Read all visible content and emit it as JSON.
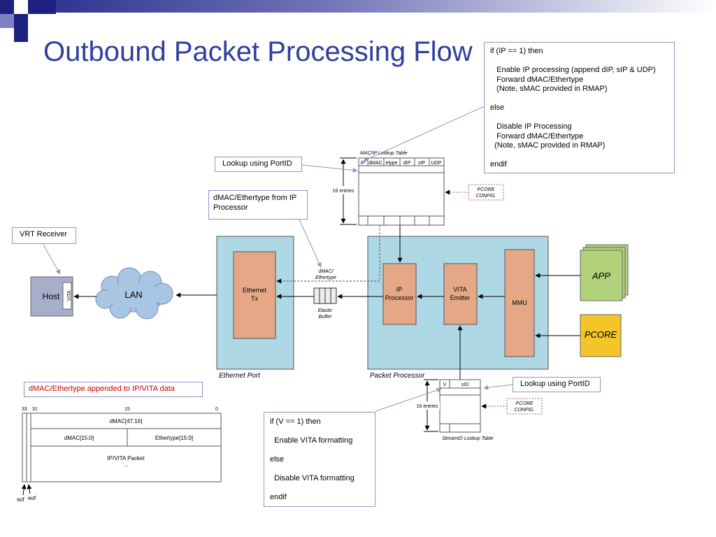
{
  "slide": {
    "title": "Outbound Packet Processing Flow",
    "colors": {
      "title": "#2f3f9f",
      "port_fill": "#aed8e6",
      "block_fill": "#e4a887",
      "app_fill": "#b1d27a",
      "pcore_fill": "#f4c528",
      "note_red": "#cc0000"
    }
  },
  "callouts": {
    "lookup_top": "Lookup using PortID",
    "lookup_bottom": "Lookup using PortID",
    "dmac_from_ip_line1": "dMAC/Ethertype from IP",
    "dmac_from_ip_line2": "Processor",
    "vrt_receiver": "VRT Receiver",
    "appended_note": "dMAC/Ethertype appended to IP/VITA data"
  },
  "ip_logic": {
    "lines": [
      "if (IP == 1) then",
      "",
      "   Enable IP processing (append dIP, sIP & UDP)",
      "   Forward dMAC/Ethertype",
      "   (Note, sMAC provided in RMAP)",
      "",
      "else",
      "",
      "   Disable IP Processing",
      "   Forward dMAC/Ethertype",
      "  (Note, sMAC provided in RMAP)",
      "",
      "endif"
    ]
  },
  "vita_logic": {
    "lines": [
      "if (V == 1) then",
      "",
      "  Enable VITA formatting",
      "",
      "else",
      "",
      "  Disable VITA formatting",
      "",
      "endif"
    ]
  },
  "mac_table": {
    "title": "MAC/IP Lookup Table",
    "columns": [
      "IP",
      "dMAC",
      "etype",
      "dIP",
      "sIP",
      "UDP"
    ],
    "entries_label": "16 entries",
    "config_line1": "PCORE",
    "config_line2": "CONFIG."
  },
  "streamid_table": {
    "title": "StreamID Lookup Table",
    "columns": [
      "V",
      "sID"
    ],
    "entries_label": "16 entries",
    "config_line1": "PCORE",
    "config_line2": "CONFIG."
  },
  "blocks": {
    "host": "Host",
    "vita_tag": "VITA",
    "lan": "LAN",
    "ethernet_tx_line1": "Ethernet",
    "ethernet_tx_line2": "Tx",
    "ethernet_port": "Ethernet Port",
    "elastic_line1": "Elastic",
    "elastic_line2": "Buffer",
    "dmac_line1": "dMAC/",
    "dmac_line2": "Ethertype",
    "ip_proc_line1": "IP",
    "ip_proc_line2": "Processor",
    "vita_em_line1": "VITA",
    "vita_em_line2": "Emitter",
    "mmu": "MMU",
    "packet_processor": "Packet Processor",
    "app": "APP",
    "pcore": "PCORE"
  },
  "frame": {
    "bit33": "33",
    "bit31": "31",
    "bit15": "15",
    "bit0": "0",
    "row1": "dMAC[47:16]",
    "row2_left": "dMAC[15:0]",
    "row2_right": "Ethertype[15:0]",
    "row3_line1": "IP/VITA Packet",
    "row3_line2": "...",
    "sof": "sof",
    "eof": "eof"
  }
}
